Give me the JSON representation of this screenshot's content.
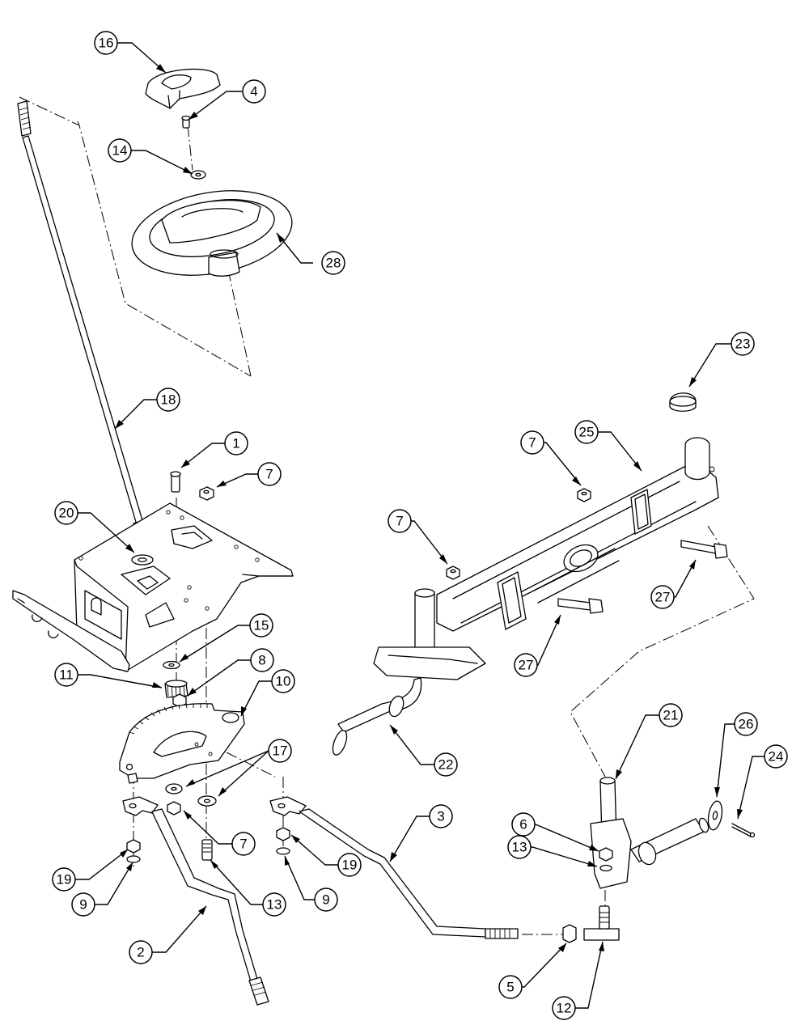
{
  "callouts": [
    {
      "id": "c1",
      "label": "1"
    },
    {
      "id": "c2",
      "label": "2"
    },
    {
      "id": "c3",
      "label": "3"
    },
    {
      "id": "c4",
      "label": "4"
    },
    {
      "id": "c5",
      "label": "5"
    },
    {
      "id": "c6",
      "label": "6"
    },
    {
      "id": "c7a",
      "label": "7"
    },
    {
      "id": "c7b",
      "label": "7"
    },
    {
      "id": "c7c",
      "label": "7"
    },
    {
      "id": "c7d",
      "label": "7"
    },
    {
      "id": "c8",
      "label": "8"
    },
    {
      "id": "c9a",
      "label": "9"
    },
    {
      "id": "c9b",
      "label": "9"
    },
    {
      "id": "c10",
      "label": "10"
    },
    {
      "id": "c11",
      "label": "11"
    },
    {
      "id": "c12",
      "label": "12"
    },
    {
      "id": "c13a",
      "label": "13"
    },
    {
      "id": "c13b",
      "label": "13"
    },
    {
      "id": "c14",
      "label": "14"
    },
    {
      "id": "c15",
      "label": "15"
    },
    {
      "id": "c16",
      "label": "16"
    },
    {
      "id": "c17",
      "label": "17"
    },
    {
      "id": "c18",
      "label": "18"
    },
    {
      "id": "c19a",
      "label": "19"
    },
    {
      "id": "c19b",
      "label": "19"
    },
    {
      "id": "c20",
      "label": "20"
    },
    {
      "id": "c21",
      "label": "21"
    },
    {
      "id": "c22",
      "label": "22"
    },
    {
      "id": "c23",
      "label": "23"
    },
    {
      "id": "c24",
      "label": "24"
    },
    {
      "id": "c25",
      "label": "25"
    },
    {
      "id": "c26",
      "label": "26"
    },
    {
      "id": "c27a",
      "label": "27"
    },
    {
      "id": "c27b",
      "label": "27"
    },
    {
      "id": "c28",
      "label": "28"
    }
  ]
}
